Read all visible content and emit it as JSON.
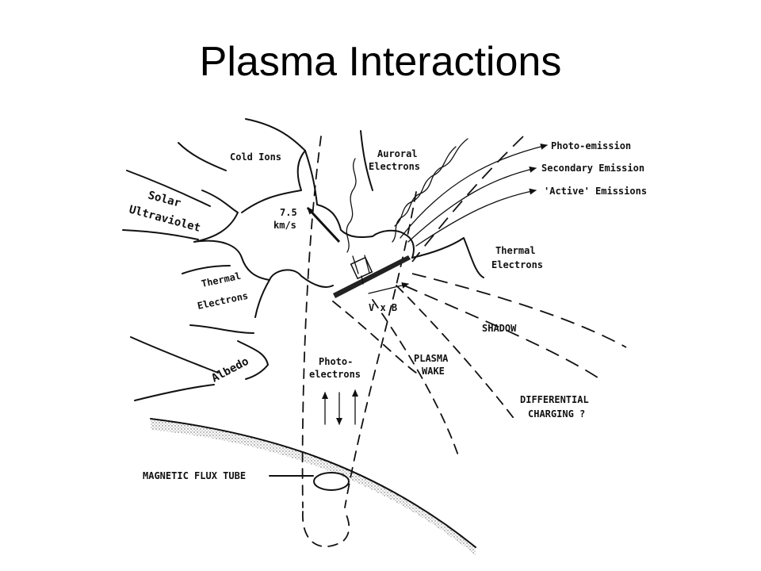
{
  "slide": {
    "title": "Plasma Interactions"
  },
  "diagram": {
    "labels": {
      "cold_ions": "Cold Ions",
      "auroral_electrons_1": "Auroral",
      "auroral_electrons_2": "Electrons",
      "photo_emission": "Photo-emission",
      "secondary_emission": "Secondary Emission",
      "active_emissions": "'Active' Emissions",
      "solar_uv_1": "Solar",
      "solar_uv_2": "Ultraviolet",
      "velocity_1": "7.5",
      "velocity_2": "km/s",
      "thermal_electrons_right_1": "Thermal",
      "thermal_electrons_right_2": "Electrons",
      "thermal_electrons_left_1": "Thermal",
      "thermal_electrons_left_2": "Electrons",
      "v_cross_b": "V x B",
      "shadow": "SHADOW",
      "albedo": "Albedo",
      "photo_electrons_1": "Photo-",
      "photo_electrons_2": "electrons",
      "plasma_wake_1": "PLASMA",
      "plasma_wake_2": "WAKE",
      "differential_charging_1": "DIFFERENTIAL",
      "differential_charging_2": "CHARGING ?",
      "magnetic_flux_tube": "MAGNETIC FLUX TUBE"
    }
  }
}
